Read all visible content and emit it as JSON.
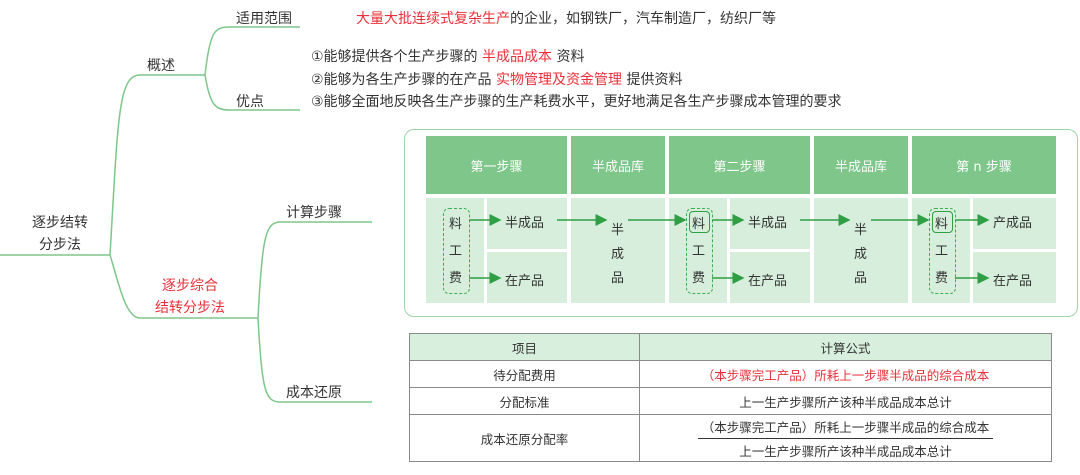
{
  "colors": {
    "accent_green": "#7ec68a",
    "light_green": "#d6eedb",
    "line_green": "#9fd5a7",
    "arrow_green": "#2f9e44",
    "highlight_red": "#e8303a"
  },
  "root": {
    "line1": "逐步结转",
    "line2": "分步法"
  },
  "overview": {
    "label": "概述",
    "scope": {
      "label": "适用范围",
      "highlight": "大量大批连续式复杂生产",
      "rest": "的企业，如钢铁厂，汽车制造厂，纺织厂等"
    },
    "advantages": {
      "label": "优点",
      "items": [
        {
          "prefix": "①能够提供各个生产步骤的 ",
          "highlight": "半成品成本",
          "suffix": " 资料"
        },
        {
          "prefix": "②能够为各生产步骤的在产品 ",
          "highlight": "实物管理及资金管理",
          "suffix": " 提供资料"
        },
        {
          "prefix": "③能够全面地反映各生产步骤的生产耗费水平，更好地满足各生产步骤成本管理的要求",
          "highlight": "",
          "suffix": ""
        }
      ]
    }
  },
  "comprehensive": {
    "line1": "逐步综合",
    "line2": "结转分步法",
    "steps_label": "计算步骤",
    "restore_label": "成本还原"
  },
  "flow": {
    "headers": [
      "第一步骤",
      "半成品库",
      "第二步骤",
      "半成品库",
      "第 n 步骤"
    ],
    "inputs": [
      "料",
      "工",
      "费"
    ],
    "step1_out": [
      "半成品",
      "在产品"
    ],
    "warehouse": [
      "半",
      "成",
      "品"
    ],
    "step2_out": [
      "半成品",
      "在产品"
    ],
    "stepn_out": [
      "产成品",
      "在产品"
    ]
  },
  "table": {
    "headers": [
      "项目",
      "计算公式"
    ],
    "rows": [
      {
        "item": "待分配费用",
        "formula": "（本步骤完工产品）所耗上一步骤半成品的综合成本"
      },
      {
        "item": "分配标准",
        "formula": "上一生产步骤所产该种半成品成本总计"
      },
      {
        "item": "成本还原分配率",
        "numerator": "（本步骤完工产品）所耗上一步骤半成品的综合成本",
        "denominator": "上一生产步骤所产该种半成品成本总计"
      }
    ]
  }
}
